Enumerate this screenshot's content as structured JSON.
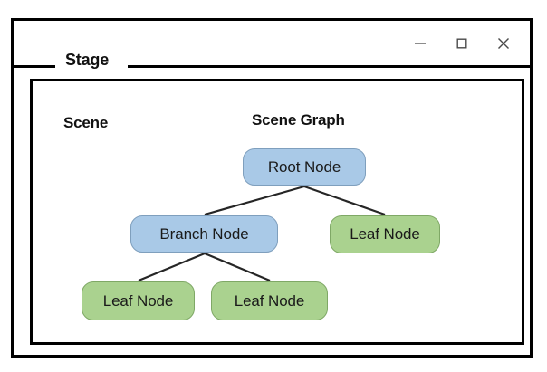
{
  "window": {
    "legend": "Stage",
    "controls": [
      {
        "name": "minimize",
        "label": "—",
        "icon": "minimize-icon"
      },
      {
        "name": "maximize",
        "label": "□",
        "icon": "maximize-icon"
      },
      {
        "name": "close",
        "label": "×",
        "icon": "close-icon"
      }
    ]
  },
  "scene": {
    "label": "Scene",
    "graph_title": "Scene Graph",
    "nodes": {
      "root": "Root Node",
      "branch": "Branch Node",
      "leaf_right": "Leaf Node",
      "leaf_a": "Leaf Node",
      "leaf_b": "Leaf Node"
    }
  },
  "colors": {
    "node_blue_fill": "#a9c9e7",
    "node_blue_border": "#7f9fbd",
    "node_green_fill": "#aad28f",
    "node_green_border": "#7fa866",
    "frame": "#000000",
    "edge": "#262626",
    "text": "#1a1a1a",
    "control_icon": "#5a5a5a",
    "background": "#ffffff"
  }
}
